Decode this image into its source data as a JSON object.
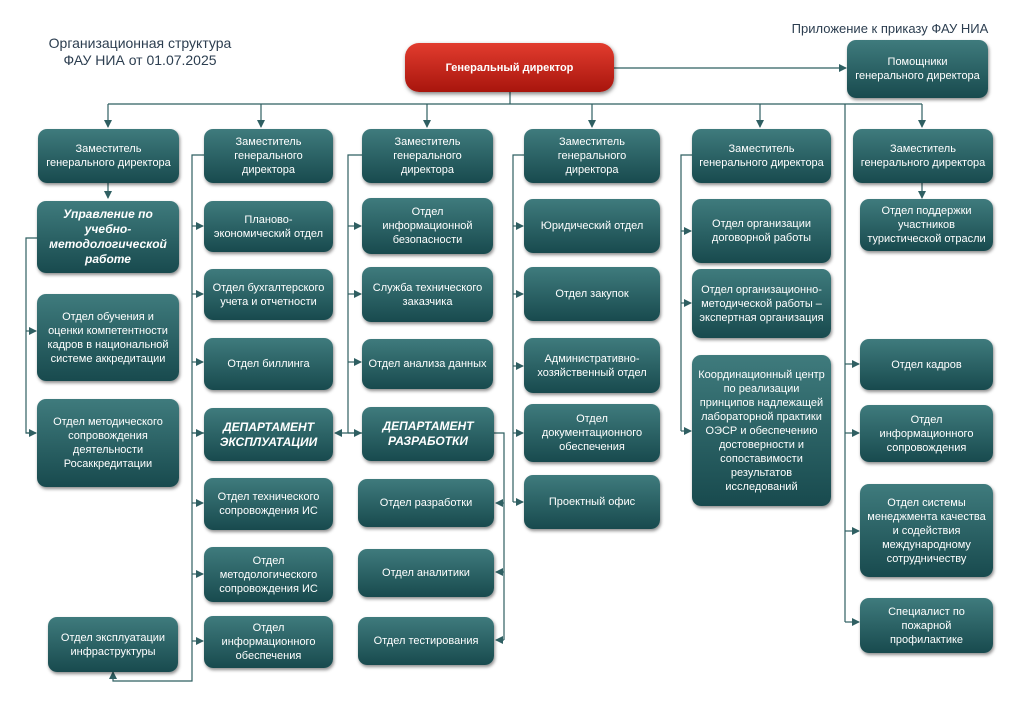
{
  "header": {
    "title_line1": "Организационная структура",
    "title_line2": "ФАУ НИА от 01.07.2025",
    "appendix": "Приложение к приказу ФАУ НИА"
  },
  "colors": {
    "box": "#245a5d",
    "director": "#c21f14",
    "connector": "#2f5f62"
  },
  "director": "Генеральный директор",
  "assistants": "Помощники генерального директора",
  "deputies": [
    "Заместитель генерального директора",
    "Заместитель генерального директора",
    "Заместитель генерального директора",
    "Заместитель генерального директора",
    "Заместитель генерального директора",
    "Заместитель генерального директора"
  ],
  "col1": {
    "dept": "Управление по учебно-методологической работе",
    "units": [
      "Отдел обучения и оценки компетентности кадров в национальной системе аккредитации",
      "Отдел методического сопровождения деятельности Росаккредитации"
    ],
    "infra": "Отдел эксплуатации инфраструктуры"
  },
  "col2": {
    "units": [
      "Планово-экономический отдел",
      "Отдел бухгалтерского учета и отчетности",
      "Отдел биллинга"
    ],
    "dept": "ДЕПАРТАМЕНТ ЭКСПЛУАТАЦИИ",
    "dept_units": [
      "Отдел технического сопровождения ИС",
      "Отдел методологического сопровождения ИС",
      "Отдел информационного обеспечения"
    ]
  },
  "col3": {
    "units": [
      "Отдел информационной безопасности",
      "Служба технического заказчика",
      "Отдел анализа данных"
    ],
    "dept": "ДЕПАРТАМЕНТ РАЗРАБОТКИ",
    "dept_units": [
      "Отдел разработки",
      "Отдел аналитики",
      "Отдел тестирования"
    ]
  },
  "col4": {
    "units": [
      "Юридический отдел",
      "Отдел закупок",
      "Административно-хозяйственный отдел",
      "Отдел документационного обеспечения",
      "Проектный офис"
    ]
  },
  "col5": {
    "units": [
      "Отдел организации договорной работы",
      "Отдел организационно-методической работы – экспертная организация",
      "Координационный центр по реализации принципов надлежащей лабораторной практики ОЭСР и обеспечению достоверности и сопоставимости результатов исследований"
    ]
  },
  "col6": {
    "units": [
      "Отдел поддержки участников туристической отрасли",
      "Отдел кадров",
      "Отдел информационного сопровождения",
      "Отдел системы менеджмента качества и содействия международному сотрудничеству",
      "Специалист по пожарной профилактике"
    ]
  }
}
